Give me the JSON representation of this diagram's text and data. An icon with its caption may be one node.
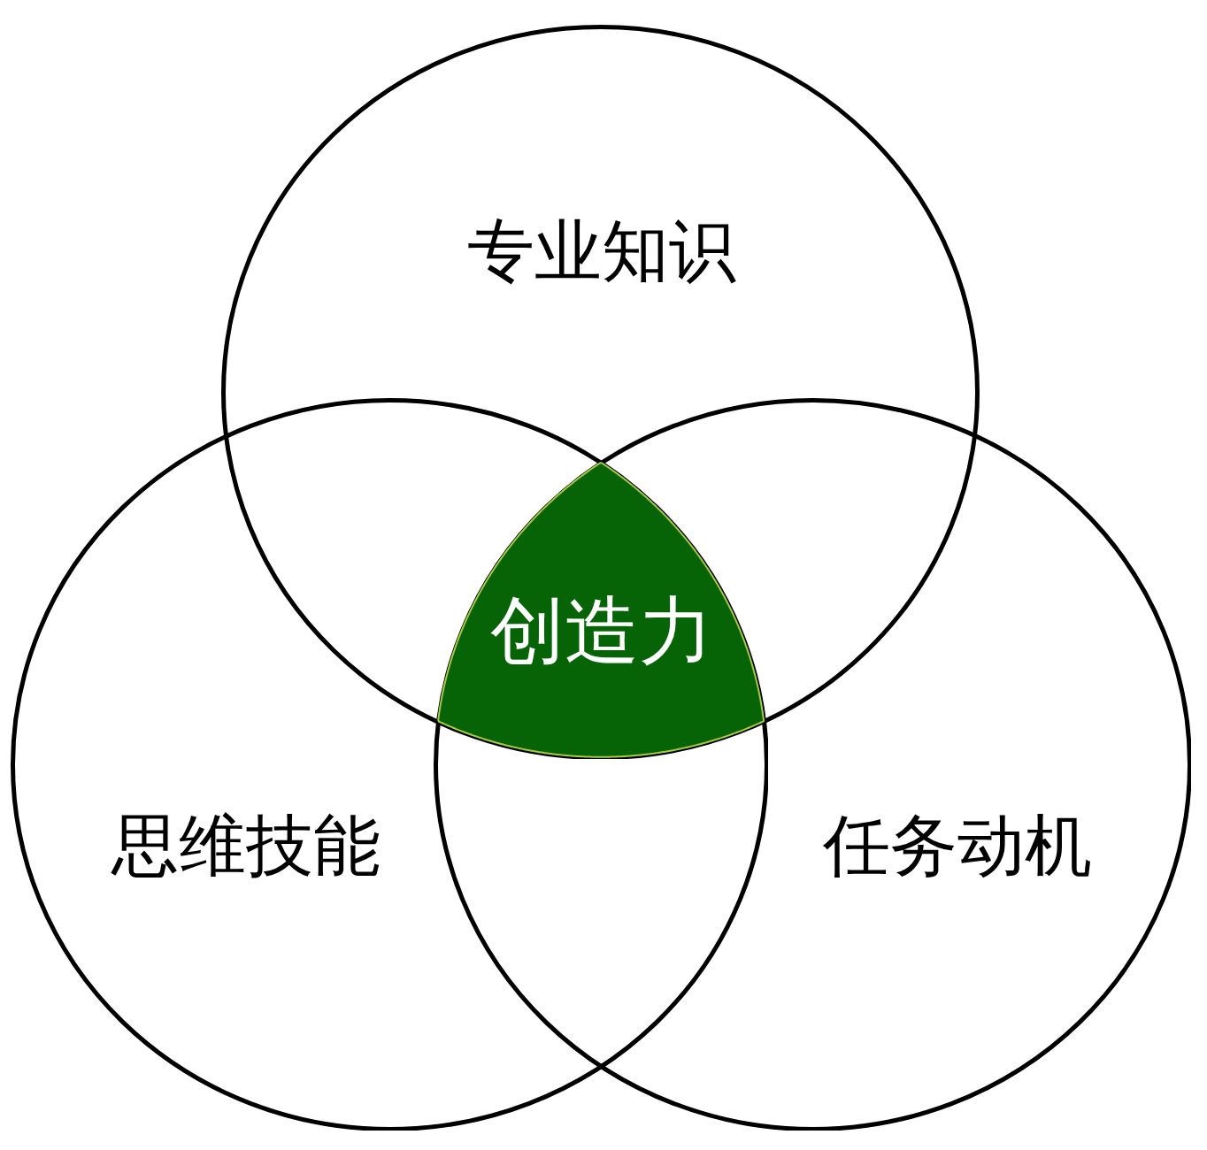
{
  "diagram": {
    "nodes": [
      {
        "text": [
          "专业知识"
        ]
      },
      {
        "text": [
          "创造力"
        ]
      },
      {
        "text": [
          "思维技能"
        ]
      },
      {
        "text": [
          "任务动机"
        ]
      }
    ]
  }
}
